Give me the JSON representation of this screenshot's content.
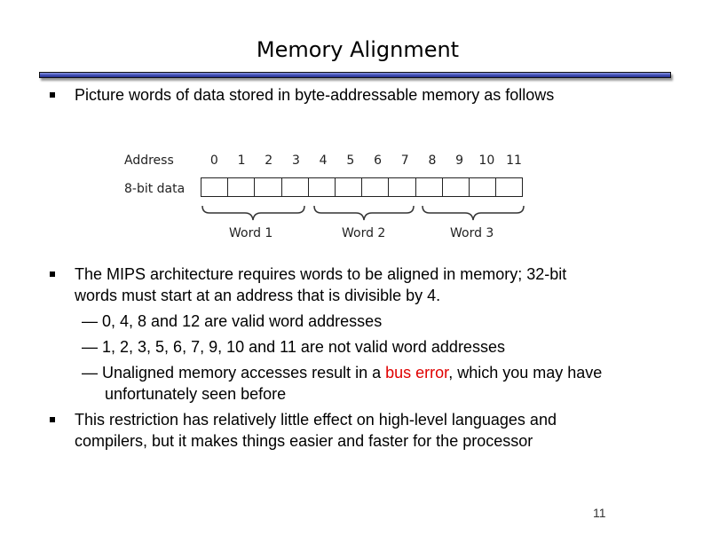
{
  "title": "Memory Alignment",
  "bullets": {
    "b1": "Picture words of data stored in byte-addressable memory as follows",
    "b2_line1": "The MIPS architecture requires words to be aligned in memory; 32-bit",
    "b2_line2": "words must start at an address that is divisible by 4.",
    "sub1": "— 0, 4, 8 and 12 are valid word addresses",
    "sub2": "— 1, 2, 3, 5, 6, 7, 9, 10 and 11 are not valid word addresses",
    "sub3_pre": "— Unaligned memory accesses result in a ",
    "sub3_red": "bus error",
    "sub3_post": ", which you may have",
    "sub3_line2": "unfortunately seen before",
    "b3_line1": "This restriction has relatively little effect on high-level languages and",
    "b3_line2": "compilers, but it makes things easier and faster for the processor"
  },
  "diagram": {
    "address_label": "Address",
    "data_label": "8-bit data",
    "addresses": [
      "0",
      "1",
      "2",
      "3",
      "4",
      "5",
      "6",
      "7",
      "8",
      "9",
      "10",
      "11"
    ],
    "words": [
      "Word 1",
      "Word 2",
      "Word 3"
    ]
  },
  "page_number": "11",
  "colors": {
    "accent": "#3a48b0",
    "highlight": "#e00000"
  }
}
